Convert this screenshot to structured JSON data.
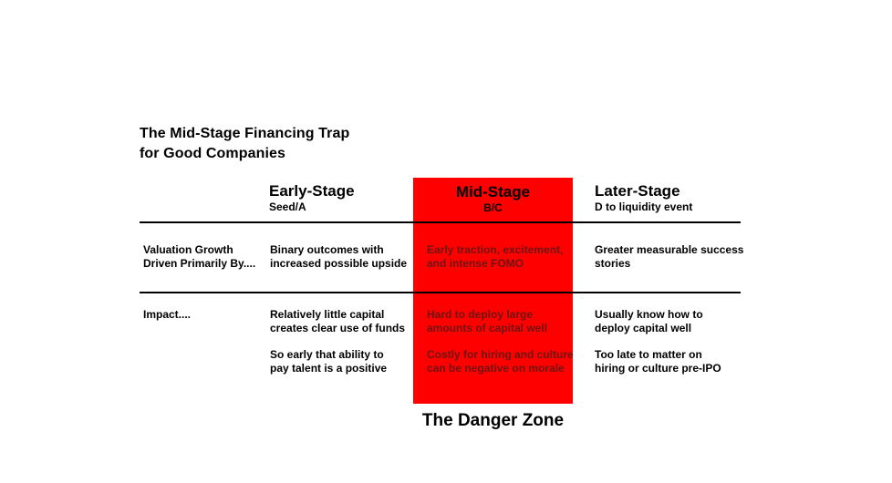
{
  "title": {
    "lines": [
      "The Mid-Stage Financing Trap",
      "for Good Companies"
    ]
  },
  "columns": [
    {
      "label": "Early-Stage",
      "sublabel": "Seed/A"
    },
    {
      "label": "Mid-Stage",
      "sublabel": "B/C",
      "highlighted": true
    },
    {
      "label": "Later-Stage",
      "sublabel": "D to liquidity event"
    }
  ],
  "rows": [
    {
      "label_lines": [
        "Valuation Growth",
        "Driven Primarily By...."
      ],
      "early_lines": [
        "Binary outcomes with",
        "increased possible upside"
      ],
      "mid_lines": [
        "Early traction, excitement,",
        "and intense FOMO"
      ],
      "later_lines": [
        "Greater measurable success",
        "stories"
      ]
    },
    {
      "label_lines": [
        "Impact...."
      ],
      "early_lines": [
        "Relatively little capital",
        "creates clear use of funds",
        "",
        "So early that ability to",
        "pay talent is a positive"
      ],
      "mid_lines": [
        "Hard to deploy large",
        "amounts of capital well",
        "",
        "Costly for hiring and culture",
        "can be negative on morale"
      ],
      "later_lines": [
        "Usually know how to",
        "deploy capital well",
        "",
        "Too late to matter on",
        "hiring or culture pre-IPO"
      ]
    }
  ],
  "danger_zone_label": "The Danger Zone",
  "colors": {
    "highlight_red": "#fe0000",
    "text_black": "#000000",
    "red_cell_text": "#6e1414"
  }
}
